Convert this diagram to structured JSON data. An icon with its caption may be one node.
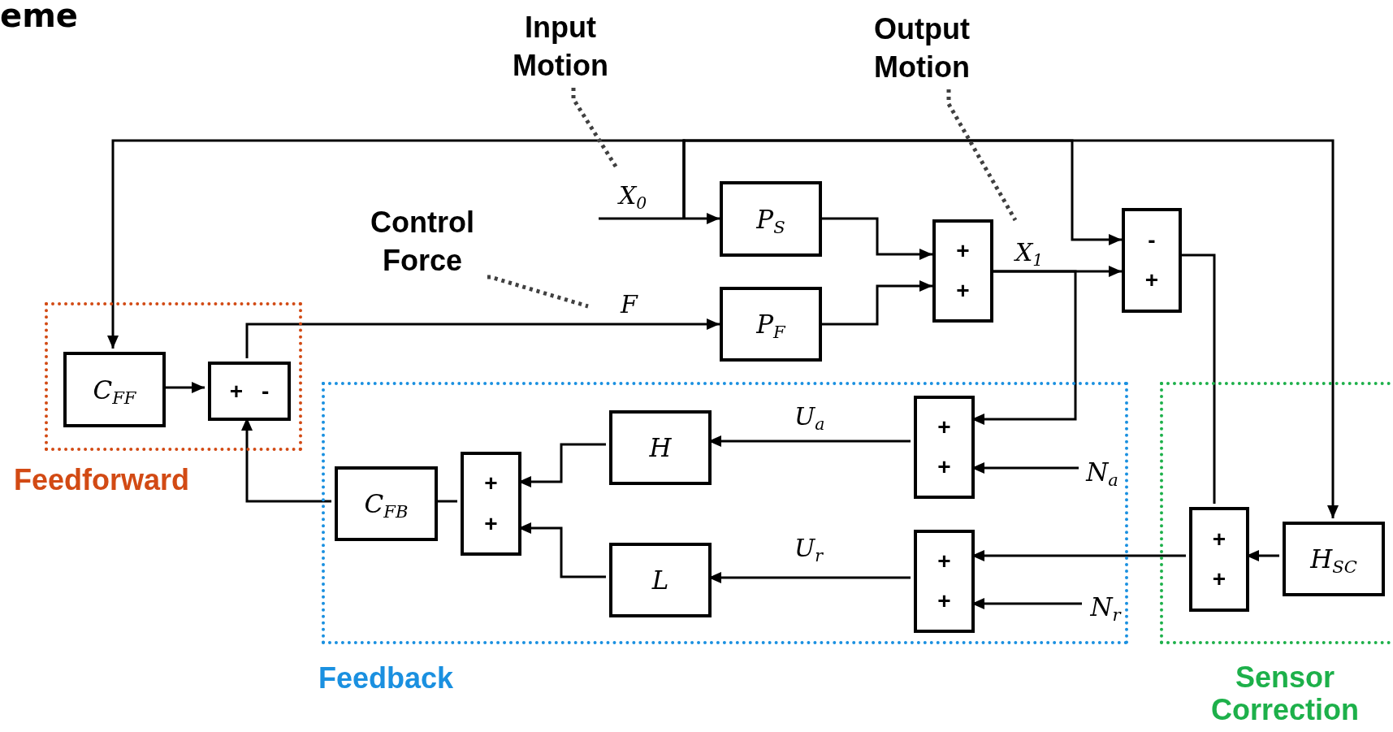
{
  "diagram": {
    "title": "eme",
    "nodes": [
      {
        "text": [
          "Feedforward"
        ]
      },
      {
        "text": [
          "C$_{FF}$"
        ],
        "in": 0
      },
      {
        "text": [
          "+",
          "-"
        ],
        "in": 0
      },
      {
        "text": [
          "Feedback"
        ]
      },
      {
        "text": [
          "C$_{FB}$"
        ],
        "in": 3
      },
      {
        "text": [
          "+",
          "+"
        ],
        "in": 3
      },
      {
        "text": [
          "H"
        ],
        "in": 3
      },
      {
        "text": [
          "L"
        ],
        "in": 3
      },
      {
        "text": [
          "+",
          "+"
        ],
        "in": 3
      },
      {
        "text": [
          "+",
          "+"
        ],
        "in": 3
      },
      {
        "text": [
          "Sensor Correction"
        ]
      },
      {
        "text": [
          "+",
          "+"
        ],
        "in": 10
      },
      {
        "text": [
          "H$_{SC}$"
        ],
        "in": 10
      },
      {
        "text": [
          "P$_{S}$"
        ]
      },
      {
        "text": [
          "P$_{F}$"
        ]
      },
      {
        "text": [
          "+",
          "+"
        ]
      },
      {
        "text": [
          "-",
          "+"
        ]
      },
      {
        "text": [
          "Input Motion"
        ]
      },
      {
        "text": [
          "Output Motion"
        ]
      },
      {
        "text": [
          "Control Force"
        ]
      },
      {
        "text": [
          "N$_{a}$"
        ],
        "in": 3
      },
      {
        "text": [
          "N$_{r}$"
        ],
        "in": 3
      }
    ],
    "edges": [
      {
        "from": null,
        "to": 13,
        "arrow": "to",
        "label": "X$_{0}$"
      },
      {
        "from": null,
        "to": 1,
        "arrow": "to"
      },
      {
        "from": null,
        "to": 16,
        "arrow": "to"
      },
      {
        "from": null,
        "to": 12,
        "arrow": "to"
      },
      {
        "from": 13,
        "to": 15,
        "arrow": "to"
      },
      {
        "from": 14,
        "to": 15,
        "arrow": "to"
      },
      {
        "from": 15,
        "to": 16,
        "arrow": "to",
        "label": "X$_{1}$"
      },
      {
        "from": 15,
        "to": 8,
        "arrow": "to"
      },
      {
        "from": 16,
        "to": 11,
        "arrow": "none"
      },
      {
        "from": 12,
        "to": 11,
        "arrow": "to"
      },
      {
        "from": 11,
        "to": 9,
        "arrow": "to"
      },
      {
        "from": 20,
        "to": 8,
        "arrow": "to"
      },
      {
        "from": 21,
        "to": 9,
        "arrow": "to"
      },
      {
        "from": 8,
        "to": 6,
        "arrow": "to",
        "label": "U$_{a}$"
      },
      {
        "from": 9,
        "to": 7,
        "arrow": "to",
        "label": "U$_{r}$"
      },
      {
        "from": 6,
        "to": 5,
        "arrow": "to"
      },
      {
        "from": 7,
        "to": 5,
        "arrow": "to"
      },
      {
        "from": 5,
        "to": 4,
        "arrow": "none"
      },
      {
        "from": 4,
        "to": 2,
        "arrow": "to"
      },
      {
        "from": 1,
        "to": 2,
        "arrow": "to"
      },
      {
        "from": 2,
        "to": 14,
        "arrow": "to",
        "label": "F"
      },
      {
        "from": 17,
        "to": null,
        "arrow": "none",
        "style": "dashed",
        "color": "#404040"
      },
      {
        "from": 18,
        "to": null,
        "arrow": "none",
        "style": "dashed",
        "color": "#404040"
      },
      {
        "from": 19,
        "to": null,
        "arrow": "none",
        "style": "dashed",
        "color": "#404040"
      }
    ]
  }
}
